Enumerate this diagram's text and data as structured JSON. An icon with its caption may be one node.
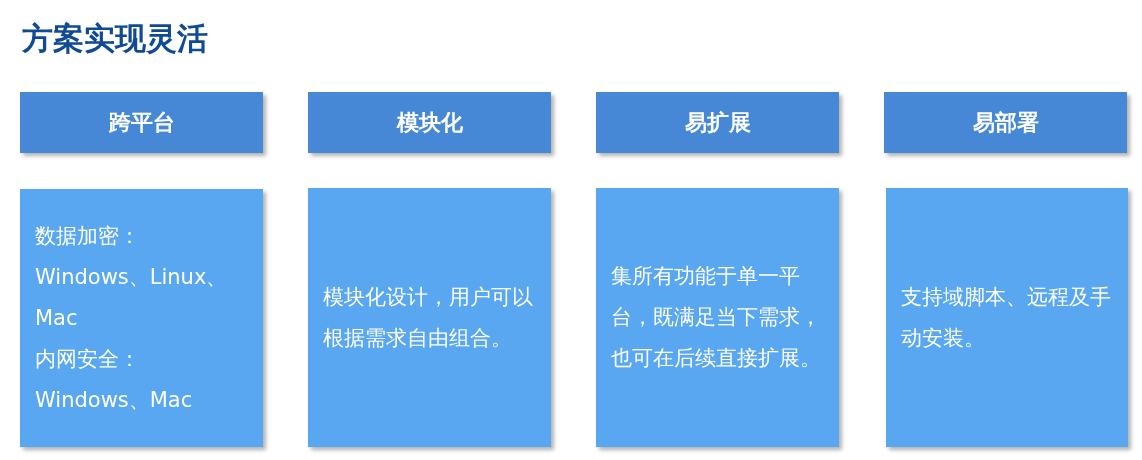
{
  "diagram": {
    "title": "方案实现灵活",
    "nodes": [
      {
        "text": [
          "跨平台"
        ]
      },
      {
        "text": [
          "模块化"
        ]
      },
      {
        "text": [
          "易扩展"
        ]
      },
      {
        "text": [
          "易部署"
        ]
      },
      {
        "text": [
          "数据加密：",
          "Windows、Linux、Mac",
          "内网安全：",
          "Windows、Mac"
        ]
      },
      {
        "text": [
          "模块化设计，用户可以根据需求自由组合。"
        ]
      },
      {
        "text": [
          "集所有功能于单一平台，既满足当下需求，也可在后续直接扩展。"
        ]
      },
      {
        "text": [
          "支持域脚本、远程及手动安装。"
        ]
      }
    ]
  }
}
